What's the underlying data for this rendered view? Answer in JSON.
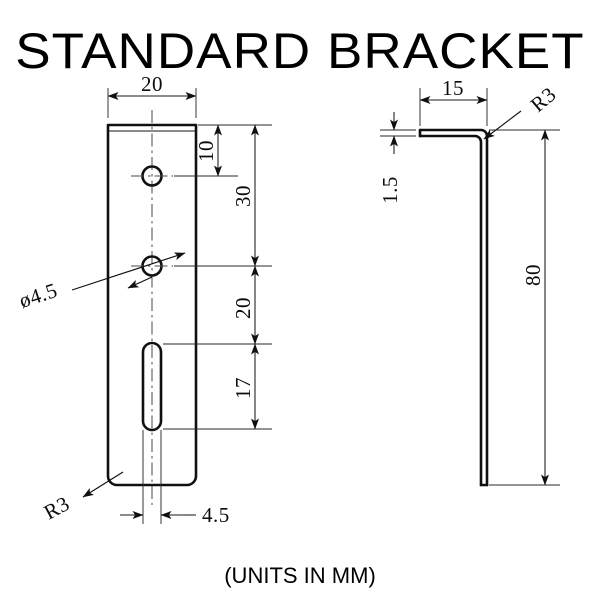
{
  "drawing": {
    "title": "STANDARD  BRACKET",
    "caption": "(UNITS IN MM)",
    "units": "MM",
    "views": {
      "front": {
        "name": "front-view",
        "dimensions": {
          "width": "20",
          "top_to_first_hole": "10",
          "top_to_second_hole": "30",
          "second_hole_to_slot_top": "20",
          "slot_length": "17",
          "slot_width": "4.5",
          "hole_diameter": "ø4.5",
          "corner_radius": "R3"
        }
      },
      "side": {
        "name": "side-view",
        "dimensions": {
          "flange_length": "15",
          "thickness": "1.5",
          "height": "80",
          "bend_radius": "R3"
        }
      }
    },
    "colors": {
      "line": "#101010",
      "thin_line": "#2a2a2a",
      "center_line": "#4a4a4a",
      "background": "#ffffff"
    }
  }
}
